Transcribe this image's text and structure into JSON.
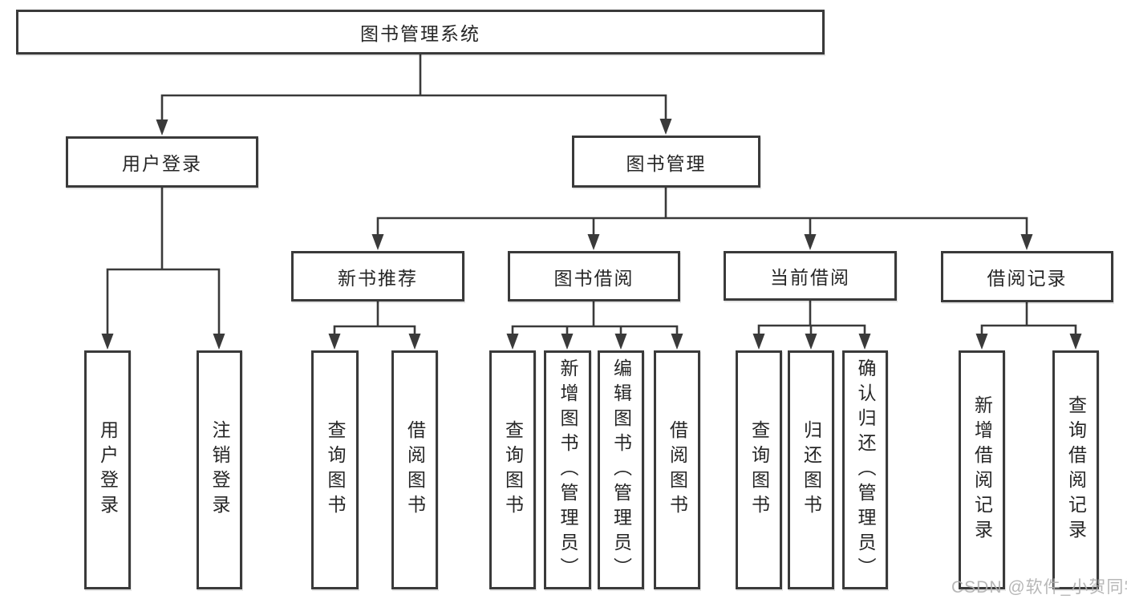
{
  "colors": {
    "line": "#3a3a3a",
    "box_border": "#3a3a3a",
    "box_fill": "#ffffff",
    "text": "#262626",
    "background": "#ffffff",
    "watermark": "#afafaf"
  },
  "watermark": {
    "text": "CSDN @软件_小贺同学"
  },
  "tree": {
    "label": "图书管理系统",
    "children": [
      {
        "label": "用户登录",
        "children": [
          {
            "label": "用户登录"
          },
          {
            "label": "注销登录"
          }
        ]
      },
      {
        "label": "图书管理",
        "children": [
          {
            "label": "新书推荐",
            "children": [
              {
                "label": "查询图书"
              },
              {
                "label": "借阅图书"
              }
            ]
          },
          {
            "label": "图书借阅",
            "children": [
              {
                "label": "查询图书"
              },
              {
                "label": "新增图书（管理员）"
              },
              {
                "label": "编辑图书（管理员）"
              },
              {
                "label": "借阅图书"
              }
            ]
          },
          {
            "label": "当前借阅",
            "children": [
              {
                "label": "查询图书"
              },
              {
                "label": "归还图书"
              },
              {
                "label": "确认归还（管理员）"
              }
            ]
          },
          {
            "label": "借阅记录",
            "children": [
              {
                "label": "新增借阅记录"
              },
              {
                "label": "查询借阅记录"
              }
            ]
          }
        ]
      }
    ]
  }
}
